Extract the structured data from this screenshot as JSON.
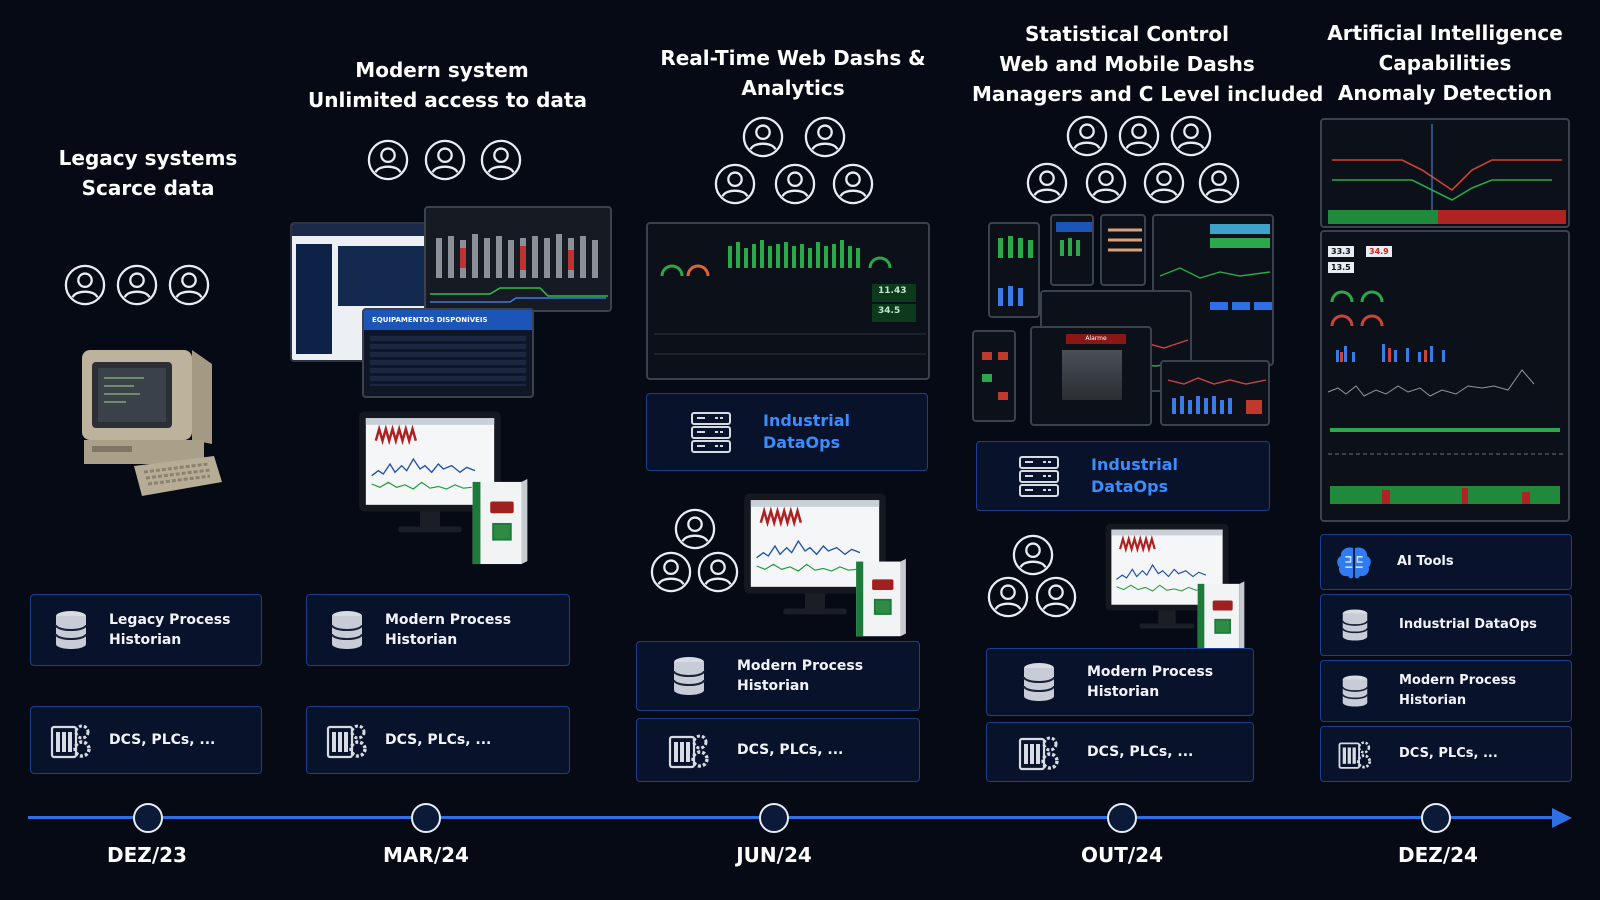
{
  "stages": [
    {
      "title": [
        "Legacy systems",
        "Scarce data"
      ],
      "date": "DEZ/23"
    },
    {
      "title": [
        "Modern system",
        "Unlimited access to data"
      ],
      "date": "MAR/24"
    },
    {
      "title": [
        "Real-Time Web Dashs &",
        "Analytics"
      ],
      "date": "JUN/24"
    },
    {
      "title": [
        "Statistical Control",
        "Web and Mobile Dashs",
        "Managers and C Level included"
      ],
      "date": "OUT/24"
    },
    {
      "title": [
        "Artificial Intelligence",
        "Capabilities",
        "Anomaly Detection"
      ],
      "date": "DEZ/24"
    }
  ],
  "boxes": {
    "legacy_historian": [
      "Legacy Process",
      "Historian"
    ],
    "modern_historian": [
      "Modern Process",
      "Historian"
    ],
    "dcs": "DCS, PLCs, ...",
    "dataops": [
      "Industrial",
      "DataOps"
    ],
    "ai_tools": "AI Tools",
    "dataops_single": "Industrial DataOps",
    "modern_historian_single": "Modern Process Historian"
  },
  "screens": {
    "equipamentos_header": "EQUIPAMENTOS DISPONÍVEIS",
    "kpi_a": "11.43",
    "kpi_b": "34.5",
    "kpi_c": "33.3",
    "kpi_d": "34.9",
    "kpi_e": "13.5",
    "alarm_banner": "Alarme"
  },
  "colors": {
    "accent": "#2f6fe6",
    "dataops_text": "#3b8cff",
    "box_border": "#1c3f8f"
  },
  "icons": [
    "user-icon",
    "database-icon",
    "plc-gear-icon",
    "server-rack-icon",
    "brain-icon",
    "retro-computer-icon",
    "monitor-icon",
    "software-box-icon"
  ]
}
